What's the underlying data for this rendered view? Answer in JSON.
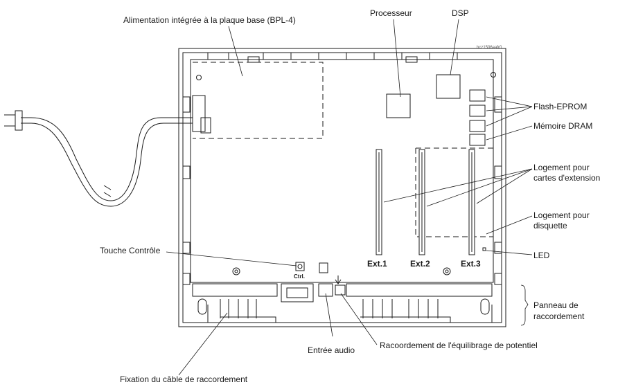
{
  "labels": {
    "power_supply": "Alimentation intégrée à la plaque base (BPL-4)",
    "processor": "Processeur",
    "dsp": "DSP",
    "flash_eprom": "Flash-EPROM",
    "dram": "Mémoire DRAM",
    "ext_slot_1": "Logement pour",
    "ext_slot_2": "cartes d'extension",
    "floppy_1": "Logement pour",
    "floppy_2": "disquette",
    "led": "LED",
    "control_key": "Touche Contrôle",
    "panel_1": "Panneau de",
    "panel_2": "raccordement",
    "audio_input": "Entrée audio",
    "equipotential": "Racoordement de l'équilibrage de potentiel",
    "cable_fixing": "Fixation du câble de raccordement"
  },
  "board": {
    "ext1": "Ext.1",
    "ext2": "Ext.2",
    "ext3": "Ext.3",
    "ctrl": "Ctrl.",
    "ref_code": "hcz1506aafr0"
  }
}
